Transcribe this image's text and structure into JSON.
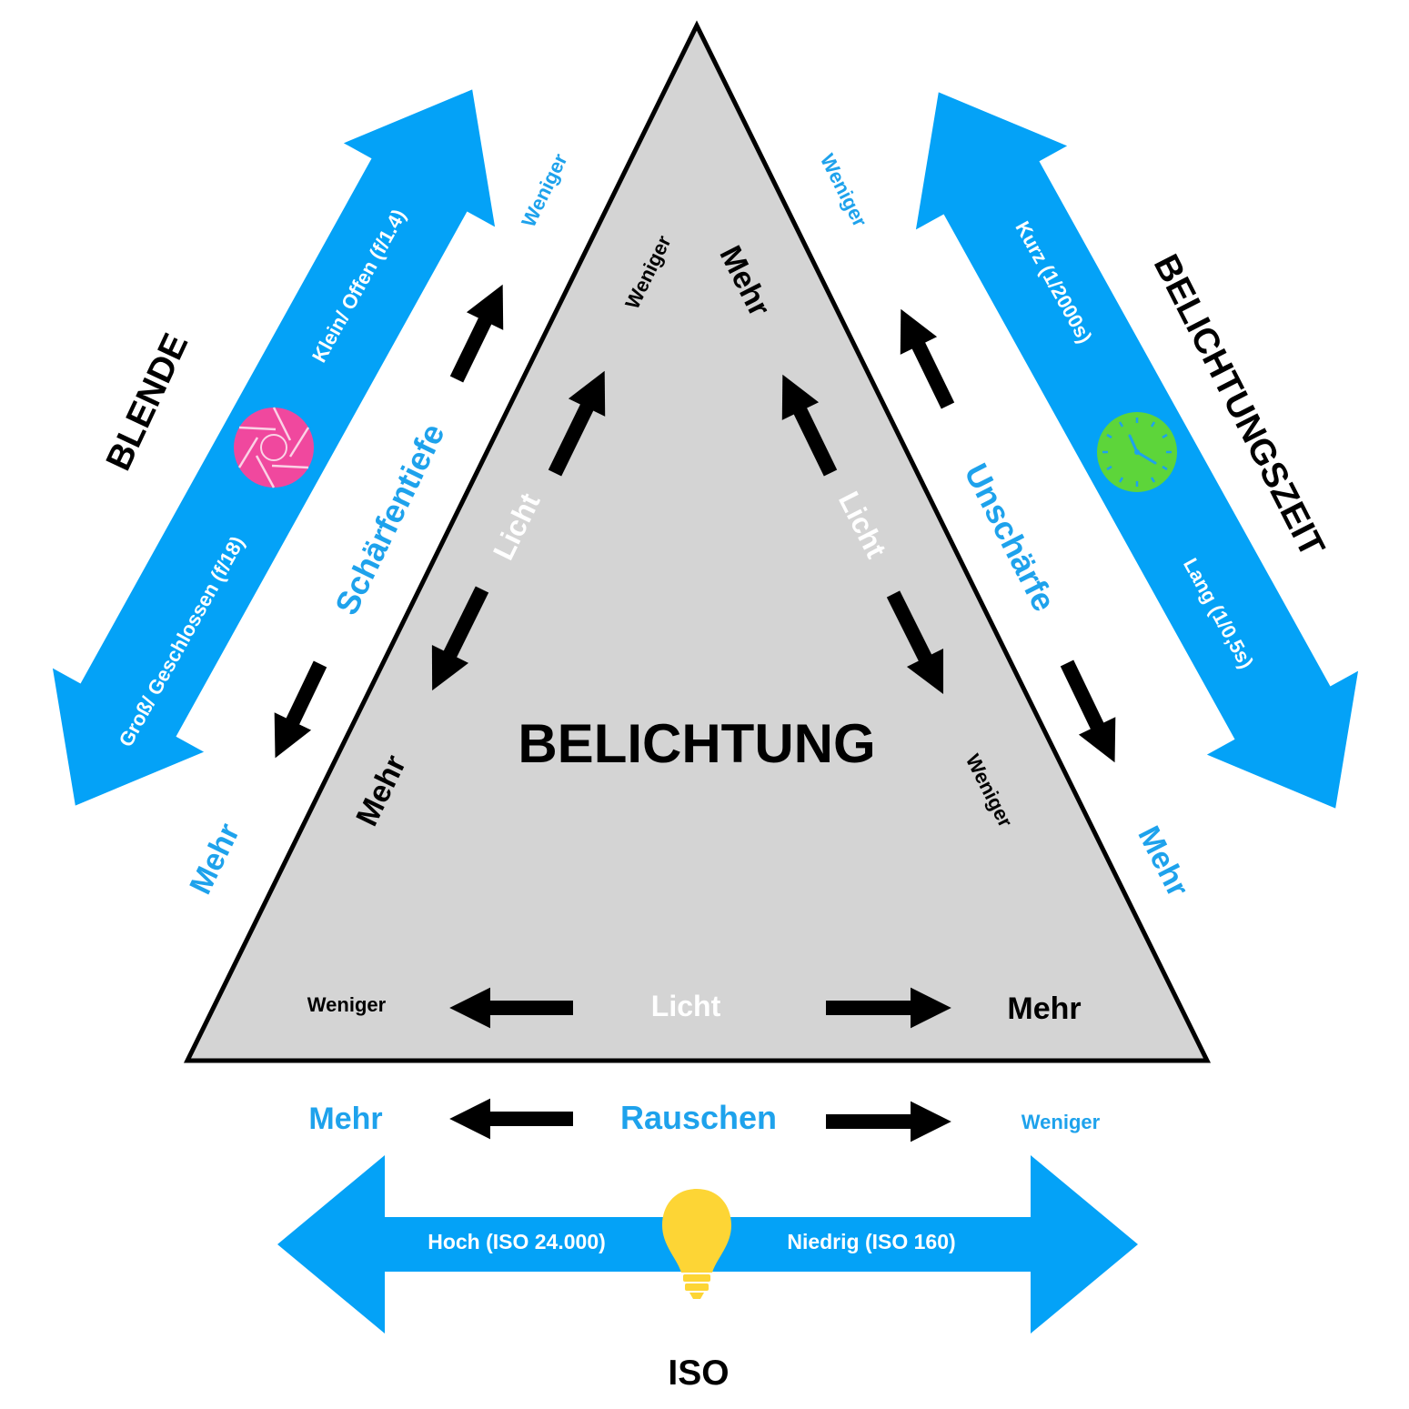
{
  "title": "BELICHTUNG",
  "colors": {
    "blue_arrow": "#04a2f7",
    "blue_text": "#1ea2ec",
    "triangle_fill": "#d4d4d4",
    "aperture_icon": "#f0489e",
    "clock_icon": "#5dd53a",
    "bulb_icon": "#fdd535"
  },
  "aperture": {
    "heading": "BLENDE",
    "effect": "Schärfentiefe",
    "small_label": "Klein/ Offen (f/1.4)",
    "large_label": "Groß/ Geschlossen (f/18)",
    "effect_less": "Weniger",
    "effect_more": "Mehr",
    "light_label": "Licht",
    "light_less": "Weniger",
    "light_more": "Mehr",
    "icon": "aperture-icon"
  },
  "shutter": {
    "heading": "BELICHTUNGSZEIT",
    "effect": "Unschärfe",
    "short_label": "Kurz (1/2000s)",
    "long_label": "Lang (1/0,5s)",
    "effect_less": "Weniger",
    "effect_more": "Mehr",
    "light_label": "Licht",
    "light_less": "Weniger",
    "light_more": "Mehr",
    "icon": "clock-icon"
  },
  "iso": {
    "heading": "ISO",
    "effect": "Rauschen",
    "high_label": "Hoch (ISO 24.000)",
    "low_label": "Niedrig (ISO 160)",
    "effect_more": "Mehr",
    "effect_less": "Weniger",
    "light_label": "Licht",
    "light_less": "Weniger",
    "light_more": "Mehr",
    "icon": "lightbulb-icon"
  }
}
